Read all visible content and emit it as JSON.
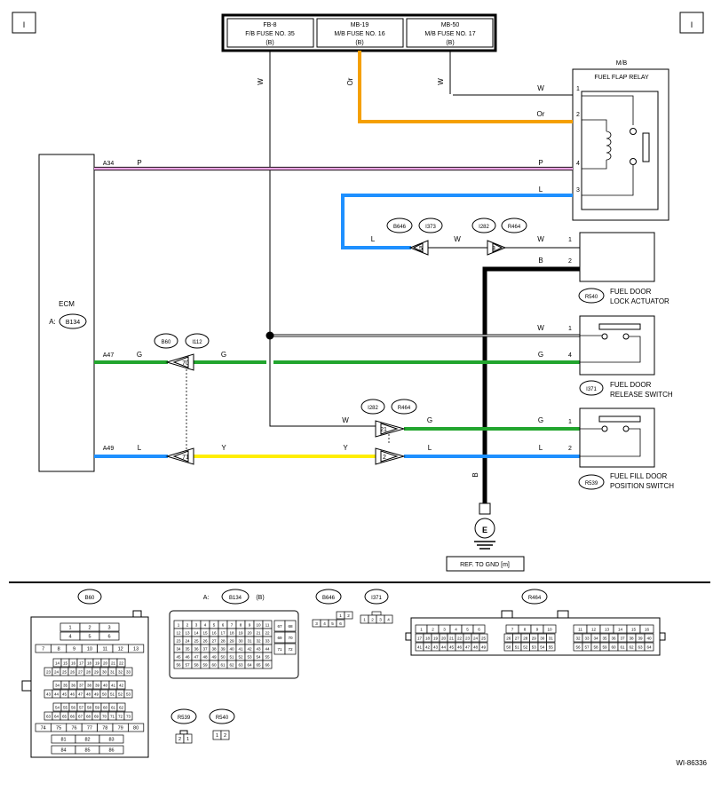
{
  "corner_marks": [
    "I",
    "I"
  ],
  "fuses": [
    {
      "line1": "FB-8",
      "line2": "F/B FUSE NO. 35",
      "line3": "(B)"
    },
    {
      "line1": "MB-19",
      "line2": "M/B FUSE NO. 16",
      "line3": "(B)"
    },
    {
      "line1": "MB-50",
      "line2": "M/B FUSE NO. 17",
      "line3": "(B)"
    }
  ],
  "wire_colors": {
    "W": "#000000",
    "Or": "#f5a000",
    "P": "#f3a6e6",
    "L": "#1e90ff",
    "G": "#22a52e",
    "Y": "#ffee00",
    "B": "#000000"
  },
  "relay": {
    "mb_label": "M/B",
    "title": "FUEL FLAP RELAY",
    "pins": [
      "1",
      "2",
      "4",
      "3"
    ]
  },
  "ecm": {
    "title": "ECM",
    "prefix": "A:",
    "connector": "B134",
    "pins": [
      "A34",
      "A47",
      "A49"
    ]
  },
  "wires": {
    "w_fuse1": "W",
    "or_fuse2": "Or",
    "w_fuse3": "W",
    "relay_p1": "W",
    "relay_p2": "Or",
    "relay_p4": "P",
    "ecm_a34": "P",
    "relay_p3": "L",
    "act_l": "L",
    "act_w_mid": "W",
    "act_w": "W",
    "act_b": "B",
    "rel_w": "W",
    "rel_g_left": "G",
    "rel_g_mid": "G",
    "rel_g_right": "G",
    "pos_w": "W",
    "pos_g": "G",
    "pos_g_right": "G",
    "ecm_l": "L",
    "mid_y1": "Y",
    "mid_y2": "Y",
    "pos_l": "L",
    "pos_l_right": "L",
    "gnd_b": "B"
  },
  "connectors": {
    "b646": "B646",
    "i373": "I373",
    "i282_a": "I282",
    "r464_a": "R464",
    "b60": "B60",
    "i112": "I112",
    "i282_b": "I282",
    "r464_b": "R464",
    "pin_5": "5",
    "pin_3": "3",
    "pin_70": "70",
    "pin_71": "71",
    "pin_21": "21",
    "pin_2": "2"
  },
  "components": {
    "actuator": {
      "connector": "R540",
      "name1": "FUEL DOOR",
      "name2": "LOCK ACTUATOR",
      "pins": [
        "1",
        "2"
      ]
    },
    "release": {
      "connector": "I371",
      "name1": "FUEL DOOR",
      "name2": "RELEASE SWITCH",
      "pins": [
        "1",
        "4"
      ]
    },
    "position": {
      "connector": "R539",
      "name1": "FUEL FILL DOOR",
      "name2": "POSITION SWITCH",
      "pins": [
        "1",
        "2"
      ]
    }
  },
  "ground": {
    "symbol": "E",
    "label": "REF. TO GND [m]"
  },
  "legend": {
    "b60": {
      "title": "B60",
      "rows": [
        [
          "1",
          "2",
          "3"
        ],
        [
          "4",
          "5",
          "6"
        ],
        [
          "7",
          "8",
          "9",
          "10",
          "11",
          "12",
          "13"
        ],
        [
          "14",
          "15",
          "16",
          "17",
          "18",
          "19",
          "20",
          "21",
          "22"
        ],
        [
          "23",
          "24",
          "25",
          "26",
          "27",
          "28",
          "29",
          "30",
          "31",
          "32",
          "33"
        ],
        [
          "34",
          "35",
          "36",
          "37",
          "38",
          "39",
          "40",
          "41",
          "42"
        ],
        [
          "43",
          "44",
          "45",
          "46",
          "47",
          "48",
          "49",
          "50",
          "51",
          "52",
          "53"
        ],
        [
          "54",
          "55",
          "56",
          "57",
          "58",
          "59",
          "60",
          "61",
          "62"
        ],
        [
          "63",
          "64",
          "65",
          "66",
          "67",
          "68",
          "69",
          "70",
          "71",
          "72",
          "73"
        ],
        [
          "74",
          "75",
          "76",
          "77",
          "78",
          "79",
          "80"
        ],
        [
          "81",
          "82",
          "83"
        ],
        [
          "84",
          "85",
          "86"
        ]
      ]
    },
    "b134": {
      "prefix": "A:",
      "title": "B134",
      "suffix": "(B)",
      "rows": [
        [
          "1",
          "2",
          "3",
          "4",
          "5",
          "6",
          "7",
          "8",
          "9",
          "10",
          "11"
        ],
        [
          "12",
          "13",
          "14",
          "15",
          "16",
          "17",
          "18",
          "19",
          "20",
          "21",
          "22"
        ],
        [
          "23",
          "24",
          "25",
          "26",
          "27",
          "28",
          "29",
          "30",
          "31",
          "32",
          "33"
        ],
        [
          "34",
          "35",
          "36",
          "37",
          "38",
          "39",
          "40",
          "41",
          "42",
          "43",
          "44"
        ],
        [
          "45",
          "46",
          "47",
          "48",
          "49",
          "50",
          "51",
          "52",
          "53",
          "54",
          "55"
        ],
        [
          "56",
          "57",
          "58",
          "59",
          "60",
          "61",
          "62",
          "63",
          "64",
          "65",
          "66"
        ]
      ],
      "side": [
        [
          "67",
          "68"
        ],
        [
          "69",
          "70"
        ],
        [
          "71",
          "72"
        ]
      ]
    },
    "b646": {
      "title": "B646",
      "top": [
        "1",
        "2"
      ],
      "bottom": [
        "3",
        "4",
        "5",
        "6"
      ]
    },
    "i371": {
      "title": "I371",
      "pins": [
        "1",
        "2",
        "3",
        "4"
      ]
    },
    "r464": {
      "title": "R464",
      "left": [
        [
          "1",
          "2",
          "3",
          "4",
          "5",
          "6"
        ],
        [
          "17",
          "18",
          "19",
          "20",
          "21",
          "22",
          "23",
          "24",
          "25"
        ],
        [
          "41",
          "42",
          "43",
          "44",
          "45",
          "46",
          "47",
          "48",
          "49"
        ]
      ],
      "mid": [
        [
          "7",
          "8",
          "9",
          "10"
        ],
        [
          "26",
          "27",
          "28",
          "29",
          "30",
          "31"
        ],
        [
          "50",
          "51",
          "52",
          "53",
          "54",
          "55"
        ]
      ],
      "right": [
        [
          "11",
          "12",
          "13",
          "14",
          "15",
          "16"
        ],
        [
          "32",
          "33",
          "34",
          "35",
          "36",
          "37",
          "38",
          "39",
          "40"
        ],
        [
          "56",
          "57",
          "58",
          "59",
          "60",
          "61",
          "62",
          "63",
          "64"
        ]
      ]
    },
    "r539": {
      "title": "R539",
      "pins": [
        "2",
        "1"
      ]
    },
    "r540": {
      "title": "R540",
      "pins": [
        "1",
        "2"
      ]
    }
  },
  "figure_id": "WI-86336"
}
